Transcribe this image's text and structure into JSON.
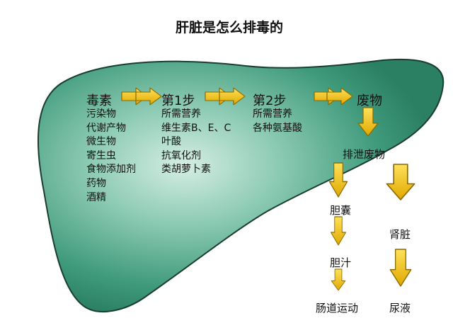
{
  "title": "肝脏是怎么排毒的",
  "colors": {
    "liver_fill": "#2f8f6f",
    "liver_highlight": "#8ccab3",
    "arrow_fill": "#f5c518",
    "arrow_stroke": "#8a6a00"
  },
  "stages": {
    "toxins": {
      "heading": "毒素",
      "items": [
        "污染物",
        "代谢产物",
        "微生物",
        "寄生虫",
        "食物添加剂",
        "药物",
        "酒精"
      ]
    },
    "step1": {
      "heading": "第1步",
      "items": [
        "所需营养",
        "维生素B、E、C",
        "叶酸",
        "抗氧化剂",
        "类胡萝卜素"
      ]
    },
    "step2": {
      "heading": "第2步",
      "items": [
        "所需营养",
        "各种氨基酸"
      ]
    },
    "waste": {
      "heading": "废物"
    }
  },
  "excretion": {
    "label": "排泄废物",
    "bile_path": [
      "胆囊",
      "胆汁",
      "肠道运动"
    ],
    "kidney_path": [
      "肾脏",
      "尿液"
    ]
  }
}
